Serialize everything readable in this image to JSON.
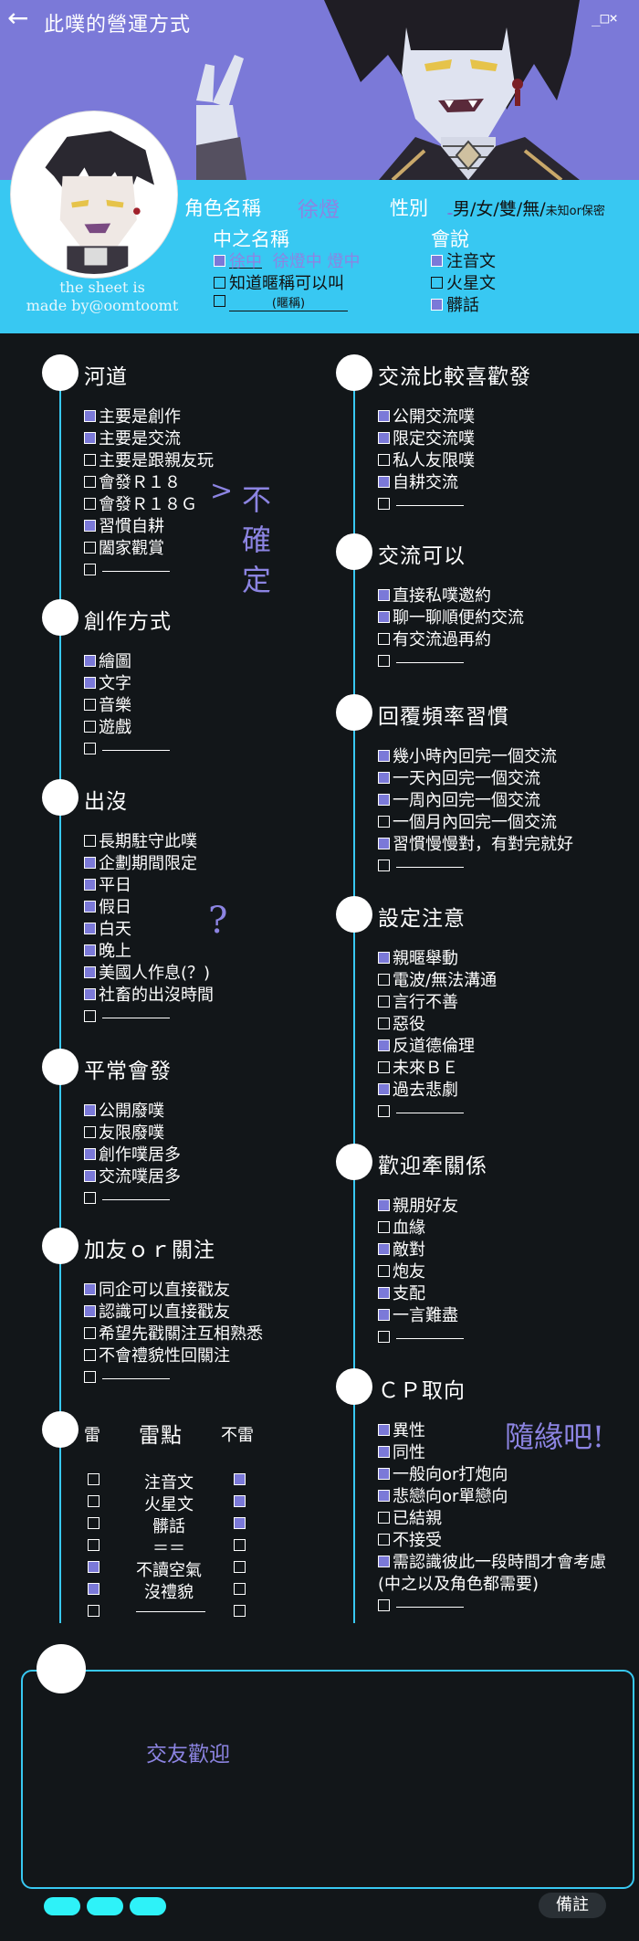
{
  "header": {
    "title": "此噗的營運方式",
    "back_icon": "←",
    "window_controls": "_□×"
  },
  "profile": {
    "credit_line1": "the sheet is",
    "credit_line2": "made by@oomtoomt",
    "role_name_label": "角色名稱",
    "role_name_value": "徐燈",
    "gender_label": "性別",
    "gender_options": "男/女/雙/無/",
    "gender_unknown": "未知or保密",
    "nickname_label": "中之名稱",
    "nickname_values": [
      "徐中",
      "徐燈中",
      "燈中"
    ],
    "nickname_opt_2": "知道暱稱可以叫",
    "nickname_opt_3": "(暱稱)",
    "speech_label": "會說",
    "speech_options": [
      "注音文",
      "火星文",
      "髒話"
    ]
  },
  "sections": {
    "river": {
      "title": "河道",
      "items": [
        "主要是創作",
        "主要是交流",
        "主要是跟親友玩",
        "會發Ｒ１８",
        "會發Ｒ１８Ｇ",
        "習慣自耕",
        "闔家觀賞",
        ""
      ]
    },
    "creation": {
      "title": "創作方式",
      "items": [
        "繪圖",
        "文字",
        "音樂",
        "遊戲",
        ""
      ]
    },
    "presence": {
      "title": "出沒",
      "items": [
        "長期駐守此噗",
        "企劃期間限定",
        "平日",
        "假日",
        "白天",
        "晚上",
        "美國人作息(？)",
        "社畜的出沒時間",
        ""
      ]
    },
    "usual_post": {
      "title": "平常會發",
      "items": [
        "公開廢噗",
        "友限廢噗",
        "創作噗居多",
        "交流噗居多",
        ""
      ]
    },
    "follow": {
      "title": "加友ｏｒ關注",
      "items": [
        "同企可以直接戳友",
        "認識可以直接戳友",
        "希望先戳關注互相熟悉",
        "不會禮貌性回關注",
        ""
      ]
    },
    "mines": {
      "title": "雷點",
      "left_label": "雷",
      "right_label": "不雷",
      "rows": [
        "注音文",
        "火星文",
        "髒話",
        "＝＝",
        "不讀空氣",
        "沒禮貌",
        ""
      ]
    },
    "exchange_pref": {
      "title": "交流比較喜歡發",
      "items": [
        "公開交流噗",
        "限定交流噗",
        "私人友限噗",
        "自耕交流",
        ""
      ]
    },
    "exchange_ok": {
      "title": "交流可以",
      "items": [
        "直接私噗邀約",
        "聊一聊順便約交流",
        "有交流過再約",
        ""
      ]
    },
    "reply_freq": {
      "title": "回覆頻率習慣",
      "items": [
        "幾小時內回完一個交流",
        "一天內回完一個交流",
        "一周內回完一個交流",
        "一個月內回完一個交流",
        "習慣慢慢對，有對完就好",
        ""
      ]
    },
    "setting_note": {
      "title": "設定注意",
      "items": [
        "親暱舉動",
        "電波/無法溝通",
        "言行不善",
        "惡役",
        "反道德倫理",
        "未來ＢＥ",
        "過去悲劇",
        ""
      ]
    },
    "relations": {
      "title": "歡迎牽關係",
      "items": [
        "親朋好友",
        "血緣",
        "敵對",
        "炮友",
        "支配",
        "一言難盡",
        ""
      ]
    },
    "cp": {
      "title": "ＣＰ取向",
      "items": [
        "異性",
        "同性",
        "一般向or打炮向",
        "悲戀向or單戀向",
        "已結親",
        "不接受",
        "需認識彼此一段時間才會考慮",
        ""
      ],
      "item_extra": "(中之以及角色都需要)"
    }
  },
  "annotations": {
    "unsure": "不確定",
    "question": "?",
    "whatever": "隨緣吧!"
  },
  "remarks": {
    "text": "交友歡迎",
    "button_label": "備註"
  },
  "colors": {
    "accent_blue": "#38c8f2",
    "accent_purple": "#7b79d8",
    "background": "#121619"
  }
}
